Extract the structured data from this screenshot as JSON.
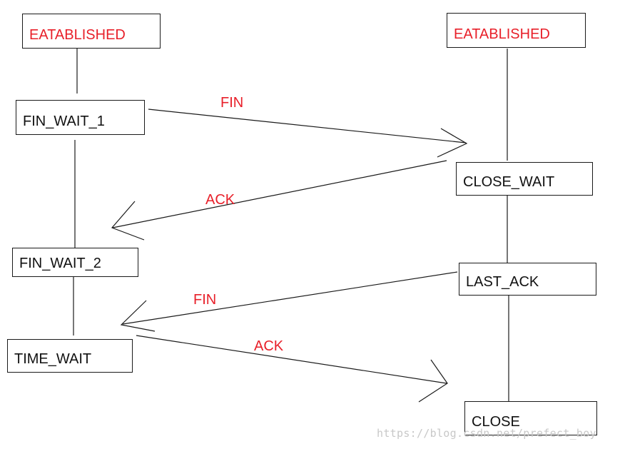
{
  "client": {
    "established": "EATABLISHED",
    "fin_wait_1": "FIN_WAIT_1",
    "fin_wait_2": "FIN_WAIT_2",
    "time_wait": "TIME_WAIT"
  },
  "server": {
    "established": "EATABLISHED",
    "close_wait": "CLOSE_WAIT",
    "last_ack": "LAST_ACK",
    "close": "CLOSE"
  },
  "messages": {
    "fin_1": "FIN",
    "ack_1": "ACK",
    "fin_2": "FIN",
    "ack_2": "ACK"
  },
  "colors": {
    "label_red": "#e8202a",
    "label_black": "#111111",
    "line": "#1a1a1a"
  },
  "watermark": "https://blog.csdn.net/prefect_boy"
}
